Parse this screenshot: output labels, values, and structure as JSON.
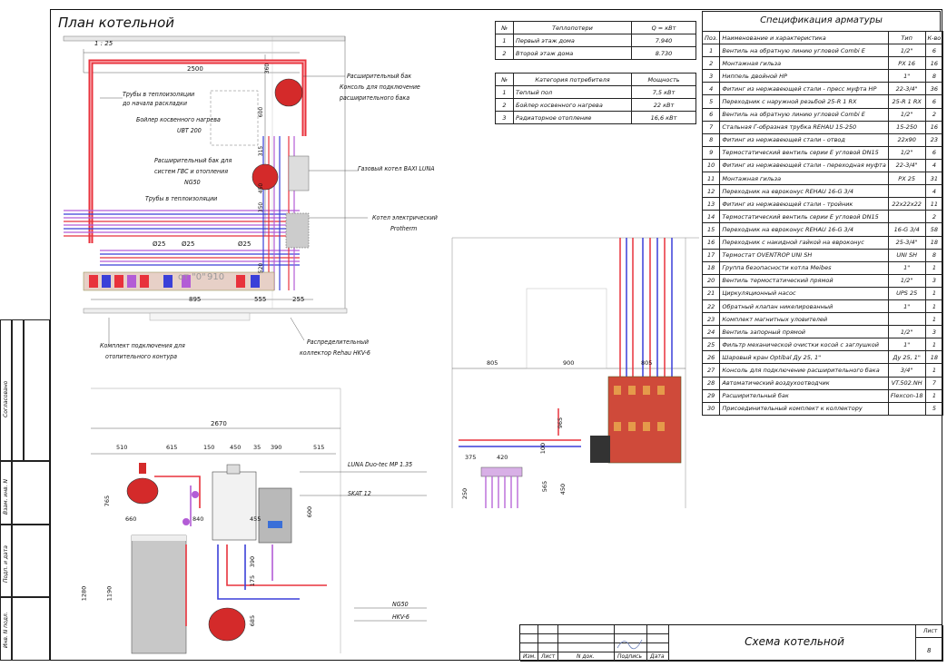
{
  "plan_title": "План котельной",
  "scale_label": "1 : 25",
  "plan_labels": {
    "pipes_insulation_1": "Трубы в теплоизоляции",
    "pipes_insulation_1b": "до начала раскладки",
    "boiler": "Бойлер косвенного нагрева",
    "boiler_model": "UBT 200",
    "exp_tank_dhw": "Расширительный бак для",
    "exp_tank_dhw_b": "систем ГВС и отопления",
    "exp_tank_dhw_model": "NG50",
    "pipes_insulation_2": "Трубы в теплоизоляции",
    "exp_tank_1": "Расширительный бак",
    "exp_tank_2": "Консоль для подключение",
    "exp_tank_3": "расширительного бака",
    "gas_boiler": "Газовый котел BAXI LUNA",
    "el_boiler_1": "Котел электрический",
    "el_boiler_2": "Protherm",
    "kit_1": "Комплект подключения для",
    "kit_2": "отопительного контура",
    "manifold_1": "Распределительный",
    "manifold_2": "коллектор Rehau HKV-6",
    "phi25_a": "Ø25",
    "phi25_b": "Ø25",
    "phi25_c": "Ø25",
    "elev": "от \"0\"",
    "elev_val": "910"
  },
  "plan_dims": [
    "2500",
    "360",
    "600",
    "315",
    "450",
    "350",
    "520",
    "895",
    "555",
    "255"
  ],
  "elev_labels": {
    "total": "2670",
    "segs": [
      "510",
      "615",
      "150",
      "450",
      "35",
      "390",
      "515"
    ],
    "luna": "LUNA Duo-tec MP 1.35",
    "skat": "SKAT 12",
    "ng50": "NG50",
    "hkv": "HKV-6",
    "d765": "765",
    "d660": "660",
    "d840": "840",
    "d455": "455",
    "d600": "600",
    "d1280": "1280",
    "d1190": "1190",
    "d390": "390",
    "d175": "175",
    "d685": "685"
  },
  "side_labels": {
    "d805a": "805",
    "d900": "900",
    "d805b": "805",
    "d965": "965",
    "d100": "100",
    "d375": "375",
    "d420": "420",
    "d250": "250",
    "d565": "565",
    "d450": "450"
  },
  "heat_loss_table": {
    "headers": [
      "№",
      "Теплопотери",
      "Q = кВт"
    ],
    "rows": [
      [
        "1",
        "Первый этаж дома",
        "7.940"
      ],
      [
        "2",
        "Второй этаж дома",
        "8.730"
      ]
    ]
  },
  "consumer_table": {
    "headers": [
      "№",
      "Категория потребителя",
      "Мощность"
    ],
    "rows": [
      [
        "1",
        "Теплый пол",
        "7,5 кВт"
      ],
      [
        "2",
        "Бойлер косвенного нагрева",
        "22 кВт"
      ],
      [
        "3",
        "Радиаторное отопление",
        "16,6 кВт"
      ]
    ]
  },
  "spec_table": {
    "title": "Спецификация арматуры",
    "headers": [
      "Поз.",
      "Наименование и характеристика",
      "Тип",
      "К-во"
    ],
    "rows": [
      [
        "1",
        "Вентиль на обратную линию угловой  Combi E",
        "1/2\"",
        "6"
      ],
      [
        "2",
        "Монтажная гильза",
        "PX 16",
        "16"
      ],
      [
        "3",
        "Ниппель двойной НР",
        "1\"",
        "8"
      ],
      [
        "4",
        "Фитинг из нержавеющей стали - пресс муфта НР",
        "22-3/4\"",
        "36"
      ],
      [
        "5",
        "Переходник с наружной резьбой 25-R 1 RX",
        "25-R 1 RX",
        "6"
      ],
      [
        "6",
        "Вентиль на обратную линию угловой  Combi E",
        "1/2\"",
        "2"
      ],
      [
        "7",
        "Стальная Г-образная трубка REHAU 15-250",
        "15-250",
        "16"
      ],
      [
        "8",
        "Фитинг из нержавеющей стали - отвод",
        "22x90",
        "23"
      ],
      [
        "9",
        "Термостатический вентиль серии E угловой DN15",
        "1/2\"",
        "6"
      ],
      [
        "10",
        "Фитинг из нержавеющей стали - переходная муфта",
        "22-3/4\"",
        "4"
      ],
      [
        "11",
        "Монтажная гильза",
        "PX 25",
        "31"
      ],
      [
        "12",
        "Переходник на евроконус REHAU 16-G 3/4",
        "",
        "4"
      ],
      [
        "13",
        "Фитинг из нержавеющей стали - тройник",
        "22x22x22",
        "11"
      ],
      [
        "14",
        "Термостатический вентиль серии E угловой DN15",
        "",
        "2"
      ],
      [
        "15",
        "Переходник на евроконус REHAU 16-G 3/4",
        "16-G 3/4",
        "58"
      ],
      [
        "16",
        "Переходник с накидной гайкой на евроконус",
        "25-3/4\"",
        "18"
      ],
      [
        "17",
        "Термостат OVENTROP UNI SH",
        "UNI SH",
        "8"
      ],
      [
        "18",
        "Группа безопасности котла Meibes",
        "1\"",
        "1"
      ],
      [
        "20",
        "Вентиль термостатический прямой",
        "1/2\"",
        "3"
      ],
      [
        "21",
        "Циркуляционный насос",
        "UPS 25",
        "1"
      ],
      [
        "22",
        "Обратный клапан никелированный",
        "1\"",
        "1"
      ],
      [
        "23",
        "Комплект магнитных уловителей",
        "",
        "1"
      ],
      [
        "24",
        "Вентиль запорный прямой",
        "1/2\"",
        "3"
      ],
      [
        "25",
        "Фильтр механической очистки косой с заглушкой",
        "1\"",
        "1"
      ],
      [
        "26",
        "Шаровый кран Optibal Ду 25, 1\"",
        "Ду 25, 1\"",
        "18"
      ],
      [
        "27",
        "Консоль для подключение расширительного бака",
        "3/4\"",
        "1"
      ],
      [
        "28",
        "Автоматический воздухоотводчик",
        "VT.502.NH",
        "7"
      ],
      [
        "29",
        "Расширительный бак",
        "Flexcon-18",
        "1"
      ],
      [
        "30",
        "Присоединительный комплект к коллектору",
        "",
        "5"
      ]
    ]
  },
  "left_strip": [
    "Согласовано",
    "Взам. инв. N",
    "Подп. и дата",
    "Инв. N подл."
  ],
  "stamp": {
    "cols": [
      "Изм.",
      "Лист",
      "N док.",
      "Подпись",
      "Дата"
    ],
    "sheet_title": "Схема котельной",
    "sheet_label": "Лист",
    "sheet_no": "8"
  },
  "colors": {
    "supply": "#e8323c",
    "return": "#3a3fd8",
    "floor": "#b35cd6",
    "tank": "#d42a2a",
    "equipment": "#9a9a9a"
  }
}
